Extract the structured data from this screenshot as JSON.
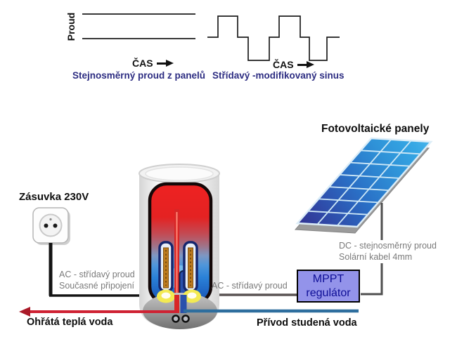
{
  "colors": {
    "caption_blue": "#2d2d82",
    "label_gray": "#7a7a7a",
    "hot_water_red": "#cc2233",
    "cold_water_blue": "#2e6e9e",
    "mppt_fill": "#9393ea",
    "mppt_text": "#0e0e96",
    "panel_blue": "#2f8fd6",
    "tank_hot_red": "#e42222",
    "tank_cold_blue": "#1a5cb8"
  },
  "waveform_panel": {
    "y_axis_label": "Proud",
    "dc_graph": {
      "time_axis_label": "ČAS",
      "caption": "Stejnosměrný proud z panelů"
    },
    "ac_graph": {
      "time_axis_label": "ČAS",
      "caption": "Střídavý -modifikovaný sinus"
    }
  },
  "diagram": {
    "pv_panel_title": "Fotovoltaické panely",
    "socket_label": "Zásuvka 230V",
    "mppt_box": {
      "line1": "MPPT",
      "line2": "regulátor"
    },
    "dc_cable_label": {
      "line1": "DC - stejnosměrný proud",
      "line2": "Solární kabel 4mm"
    },
    "socket_cable_label": {
      "line1": "AC - střídavý proud",
      "line2": "Současné připojení"
    },
    "mppt_cable_label": "AC - střídavý proud",
    "hot_water_label": "Ohřátá teplá voda",
    "cold_water_label": "Přívod studená voda"
  }
}
